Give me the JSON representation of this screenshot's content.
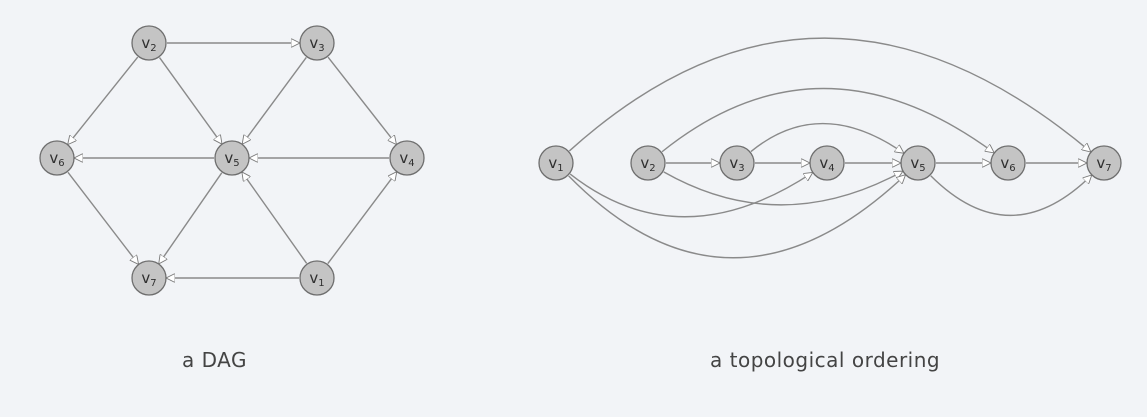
{
  "captions": {
    "dag": "a DAG",
    "topological": "a topological ordering"
  },
  "colors": {
    "background": "#f2f4f7",
    "node_fill": "#c4c4c4",
    "node_stroke": "#6e6e6e",
    "edge": "#8a8a8a"
  },
  "nodes": [
    {
      "id": "v1",
      "letter": "v",
      "sub": "1"
    },
    {
      "id": "v2",
      "letter": "v",
      "sub": "2"
    },
    {
      "id": "v3",
      "letter": "v",
      "sub": "3"
    },
    {
      "id": "v4",
      "letter": "v",
      "sub": "4"
    },
    {
      "id": "v5",
      "letter": "v",
      "sub": "5"
    },
    {
      "id": "v6",
      "letter": "v",
      "sub": "6"
    },
    {
      "id": "v7",
      "letter": "v",
      "sub": "7"
    }
  ],
  "edges": [
    [
      "v2",
      "v3"
    ],
    [
      "v2",
      "v5"
    ],
    [
      "v2",
      "v6"
    ],
    [
      "v3",
      "v5"
    ],
    [
      "v3",
      "v4"
    ],
    [
      "v4",
      "v5"
    ],
    [
      "v5",
      "v6"
    ],
    [
      "v5",
      "v7"
    ],
    [
      "v6",
      "v7"
    ],
    [
      "v1",
      "v5"
    ],
    [
      "v1",
      "v4"
    ],
    [
      "v1",
      "v7"
    ]
  ]
}
